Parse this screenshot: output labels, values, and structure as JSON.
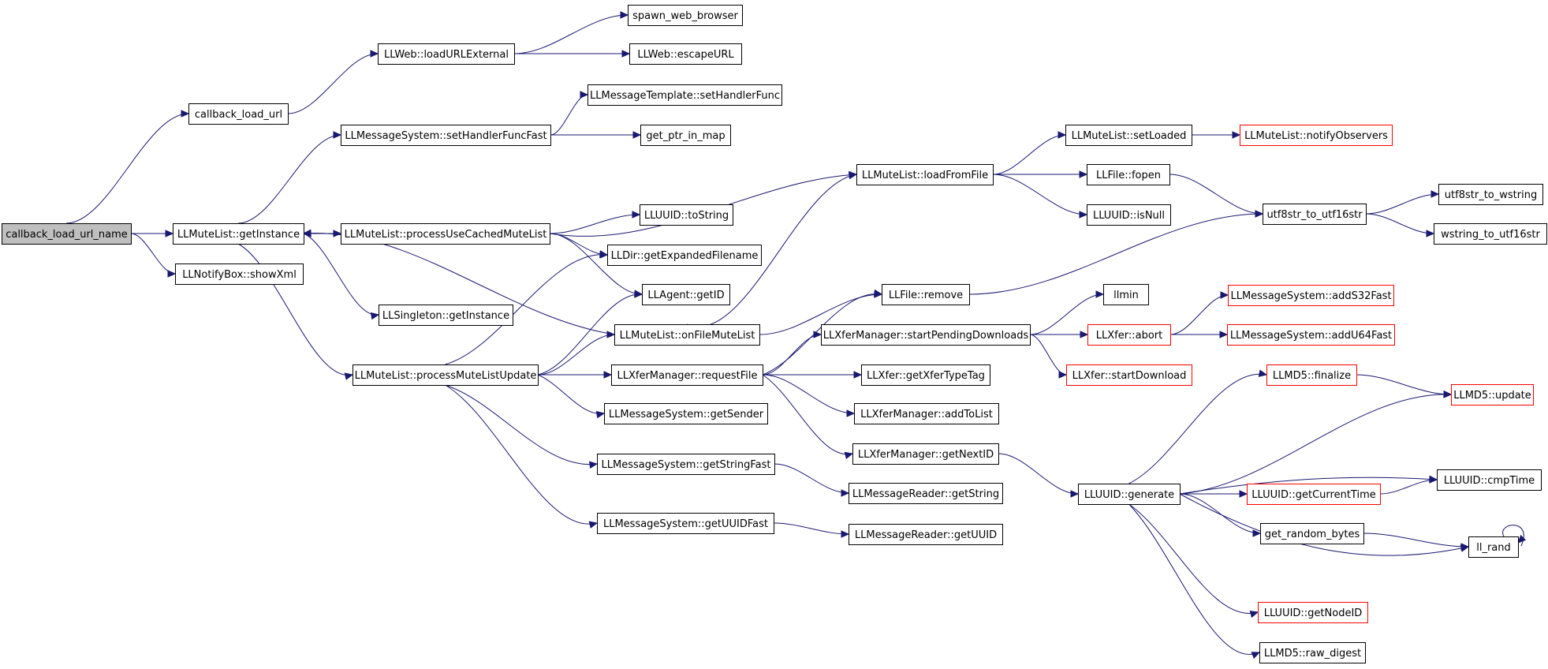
{
  "colors": {
    "edge": "#191970",
    "node_border": "#000000",
    "node_border_truncated": "#ff0000",
    "node_fill": "#ffffff",
    "root_fill": "#bfbfbf"
  },
  "nodes": [
    {
      "id": "callback_load_url_name",
      "label": "callback_load_url_name",
      "style": "root"
    },
    {
      "id": "callback_load_url",
      "label": "callback_load_url",
      "style": "normal"
    },
    {
      "id": "LLWeb_loadURLExternal",
      "label": "LLWeb::loadURLExternal",
      "style": "normal"
    },
    {
      "id": "spawn_web_browser",
      "label": "spawn_web_browser",
      "style": "normal"
    },
    {
      "id": "LLWeb_escapeURL",
      "label": "LLWeb::escapeURL",
      "style": "normal"
    },
    {
      "id": "LLMuteList_getInstance",
      "label": "LLMuteList::getInstance",
      "style": "normal"
    },
    {
      "id": "LLNotifyBox_showXml",
      "label": "LLNotifyBox::showXml",
      "style": "normal"
    },
    {
      "id": "LLMessageTemplate_setHandlerFunc",
      "label": "LLMessageTemplate::setHandlerFunc",
      "style": "normal"
    },
    {
      "id": "LLMessageSystem_setHandlerFuncFast",
      "label": "LLMessageSystem::setHandlerFuncFast",
      "style": "normal"
    },
    {
      "id": "get_ptr_in_map",
      "label": "get_ptr_in_map",
      "style": "normal"
    },
    {
      "id": "LLMuteList_processUseCachedMuteList",
      "label": "LLMuteList::processUseCachedMuteList",
      "style": "normal"
    },
    {
      "id": "LLSingleton_getInstance",
      "label": "LLSingleton::getInstance",
      "style": "normal"
    },
    {
      "id": "LLMuteList_processMuteListUpdate",
      "label": "LLMuteList::processMuteListUpdate",
      "style": "normal"
    },
    {
      "id": "LLUUID_toString",
      "label": "LLUUID::toString",
      "style": "normal"
    },
    {
      "id": "LLDir_getExpandedFilename",
      "label": "LLDir::getExpandedFilename",
      "style": "normal"
    },
    {
      "id": "LLAgent_getID",
      "label": "LLAgent::getID",
      "style": "normal"
    },
    {
      "id": "LLMuteList_onFileMuteList",
      "label": "LLMuteList::onFileMuteList",
      "style": "normal"
    },
    {
      "id": "LLXferManager_requestFile",
      "label": "LLXferManager::requestFile",
      "style": "normal"
    },
    {
      "id": "LLMessageSystem_getSender",
      "label": "LLMessageSystem::getSender",
      "style": "normal"
    },
    {
      "id": "LLMessageSystem_getStringFast",
      "label": "LLMessageSystem::getStringFast",
      "style": "normal"
    },
    {
      "id": "LLMessageSystem_getUUIDFast",
      "label": "LLMessageSystem::getUUIDFast",
      "style": "normal"
    },
    {
      "id": "LLMuteList_loadFromFile",
      "label": "LLMuteList::loadFromFile",
      "style": "normal"
    },
    {
      "id": "LLFile_remove",
      "label": "LLFile::remove",
      "style": "normal"
    },
    {
      "id": "LLXferManager_startPendingDownloads",
      "label": "LLXferManager::startPendingDownloads",
      "style": "normal"
    },
    {
      "id": "LLXfer_getXferTypeTag",
      "label": "LLXfer::getXferTypeTag",
      "style": "normal"
    },
    {
      "id": "LLXferManager_addToList",
      "label": "LLXferManager::addToList",
      "style": "normal"
    },
    {
      "id": "LLXferManager_getNextID",
      "label": "LLXferManager::getNextID",
      "style": "normal"
    },
    {
      "id": "LLMessageReader_getString",
      "label": "LLMessageReader::getString",
      "style": "normal"
    },
    {
      "id": "LLMessageReader_getUUID",
      "label": "LLMessageReader::getUUID",
      "style": "normal"
    },
    {
      "id": "LLMuteList_setLoaded",
      "label": "LLMuteList::setLoaded",
      "style": "normal"
    },
    {
      "id": "LLFile_fopen",
      "label": "LLFile::fopen",
      "style": "normal"
    },
    {
      "id": "LLUUID_isNull",
      "label": "LLUUID::isNull",
      "style": "normal"
    },
    {
      "id": "llmin",
      "label": "llmin",
      "style": "normal"
    },
    {
      "id": "LLXfer_abort",
      "label": "LLXfer::abort",
      "style": "truncated"
    },
    {
      "id": "LLXfer_startDownload",
      "label": "LLXfer::startDownload",
      "style": "truncated"
    },
    {
      "id": "LLUUID_generate",
      "label": "LLUUID::generate",
      "style": "normal"
    },
    {
      "id": "LLMuteList_notifyObservers",
      "label": "LLMuteList::notifyObservers",
      "style": "truncated"
    },
    {
      "id": "utf8str_to_utf16str",
      "label": "utf8str_to_utf16str",
      "style": "normal"
    },
    {
      "id": "LLMessageSystem_addS32Fast",
      "label": "LLMessageSystem::addS32Fast",
      "style": "truncated"
    },
    {
      "id": "LLMessageSystem_addU64Fast",
      "label": "LLMessageSystem::addU64Fast",
      "style": "truncated"
    },
    {
      "id": "LLMD5_finalize",
      "label": "LLMD5::finalize",
      "style": "truncated"
    },
    {
      "id": "LLUUID_getCurrentTime",
      "label": "LLUUID::getCurrentTime",
      "style": "truncated"
    },
    {
      "id": "get_random_bytes",
      "label": "get_random_bytes",
      "style": "normal"
    },
    {
      "id": "LLUUID_getNodeID",
      "label": "LLUUID::getNodeID",
      "style": "truncated"
    },
    {
      "id": "LLMD5_raw_digest",
      "label": "LLMD5::raw_digest",
      "style": "normal"
    },
    {
      "id": "utf8str_to_wstring",
      "label": "utf8str_to_wstring",
      "style": "normal"
    },
    {
      "id": "wstring_to_utf16str",
      "label": "wstring_to_utf16str",
      "style": "normal"
    },
    {
      "id": "LLMD5_update",
      "label": "LLMD5::update",
      "style": "truncated"
    },
    {
      "id": "LLUUID_cmpTime",
      "label": "LLUUID::cmpTime",
      "style": "normal"
    },
    {
      "id": "ll_rand",
      "label": "ll_rand",
      "style": "normal"
    }
  ],
  "edges": [
    [
      "callback_load_url_name",
      "callback_load_url"
    ],
    [
      "callback_load_url_name",
      "LLMuteList_getInstance"
    ],
    [
      "callback_load_url_name",
      "LLNotifyBox_showXml"
    ],
    [
      "callback_load_url",
      "LLWeb_loadURLExternal"
    ],
    [
      "LLWeb_loadURLExternal",
      "spawn_web_browser"
    ],
    [
      "LLWeb_loadURLExternal",
      "LLWeb_escapeURL"
    ],
    [
      "LLMuteList_getInstance",
      "LLMessageSystem_setHandlerFuncFast"
    ],
    [
      "LLMuteList_getInstance",
      "LLMuteList_processUseCachedMuteList"
    ],
    [
      "LLMuteList_getInstance",
      "LLSingleton_getInstance"
    ],
    [
      "LLMuteList_getInstance",
      "LLMuteList_processMuteListUpdate"
    ],
    [
      "LLMessageSystem_setHandlerFuncFast",
      "LLMessageTemplate_setHandlerFunc"
    ],
    [
      "LLMessageSystem_setHandlerFuncFast",
      "get_ptr_in_map"
    ],
    [
      "LLMuteList_processUseCachedMuteList",
      "LLMuteList_getInstance"
    ],
    [
      "LLMuteList_processUseCachedMuteList",
      "LLMuteList_loadFromFile"
    ],
    [
      "LLMuteList_processUseCachedMuteList",
      "LLUUID_toString"
    ],
    [
      "LLMuteList_processUseCachedMuteList",
      "LLDir_getExpandedFilename"
    ],
    [
      "LLMuteList_processUseCachedMuteList",
      "LLAgent_getID"
    ],
    [
      "LLMuteList_onFileMuteList",
      "LLMuteList_getInstance"
    ],
    [
      "LLMuteList_onFileMuteList",
      "LLMuteList_loadFromFile"
    ],
    [
      "LLMuteList_onFileMuteList",
      "LLFile_remove"
    ],
    [
      "LLMuteList_processMuteListUpdate",
      "LLDir_getExpandedFilename"
    ],
    [
      "LLMuteList_processMuteListUpdate",
      "LLAgent_getID"
    ],
    [
      "LLMuteList_processMuteListUpdate",
      "LLMuteList_onFileMuteList"
    ],
    [
      "LLMuteList_processMuteListUpdate",
      "LLXferManager_requestFile"
    ],
    [
      "LLMuteList_processMuteListUpdate",
      "LLMessageSystem_getSender"
    ],
    [
      "LLMuteList_processMuteListUpdate",
      "LLMessageSystem_getStringFast"
    ],
    [
      "LLMuteList_processMuteListUpdate",
      "LLMessageSystem_getUUIDFast"
    ],
    [
      "LLXferManager_requestFile",
      "LLFile_remove"
    ],
    [
      "LLXferManager_requestFile",
      "LLXferManager_startPendingDownloads"
    ],
    [
      "LLXferManager_requestFile",
      "LLXfer_getXferTypeTag"
    ],
    [
      "LLXferManager_requestFile",
      "LLXferManager_addToList"
    ],
    [
      "LLXferManager_requestFile",
      "LLXferManager_getNextID"
    ],
    [
      "LLMessageSystem_getStringFast",
      "LLMessageReader_getString"
    ],
    [
      "LLMessageSystem_getUUIDFast",
      "LLMessageReader_getUUID"
    ],
    [
      "LLMuteList_loadFromFile",
      "LLMuteList_setLoaded"
    ],
    [
      "LLMuteList_loadFromFile",
      "LLFile_fopen"
    ],
    [
      "LLMuteList_loadFromFile",
      "LLUUID_isNull"
    ],
    [
      "LLFile_remove",
      "utf8str_to_utf16str"
    ],
    [
      "LLXferManager_startPendingDownloads",
      "llmin"
    ],
    [
      "LLXferManager_startPendingDownloads",
      "LLXfer_abort"
    ],
    [
      "LLXferManager_startPendingDownloads",
      "LLXfer_startDownload"
    ],
    [
      "LLXferManager_getNextID",
      "LLUUID_generate"
    ],
    [
      "LLMuteList_setLoaded",
      "LLMuteList_notifyObservers"
    ],
    [
      "LLFile_fopen",
      "utf8str_to_utf16str"
    ],
    [
      "LLXfer_abort",
      "LLMessageSystem_addS32Fast"
    ],
    [
      "LLXfer_abort",
      "LLMessageSystem_addU64Fast"
    ],
    [
      "utf8str_to_utf16str",
      "utf8str_to_wstring"
    ],
    [
      "utf8str_to_utf16str",
      "wstring_to_utf16str"
    ],
    [
      "LLUUID_generate",
      "LLMD5_finalize"
    ],
    [
      "LLUUID_generate",
      "LLMD5_update"
    ],
    [
      "LLUUID_generate",
      "LLUUID_cmpTime"
    ],
    [
      "LLUUID_generate",
      "LLUUID_getCurrentTime"
    ],
    [
      "LLUUID_generate",
      "get_random_bytes"
    ],
    [
      "LLUUID_generate",
      "ll_rand"
    ],
    [
      "LLUUID_generate",
      "LLUUID_getNodeID"
    ],
    [
      "LLUUID_generate",
      "LLMD5_raw_digest"
    ],
    [
      "LLMD5_finalize",
      "LLMD5_update"
    ],
    [
      "LLUUID_getCurrentTime",
      "LLUUID_cmpTime"
    ],
    [
      "get_random_bytes",
      "ll_rand"
    ],
    [
      "ll_rand",
      "ll_rand"
    ]
  ]
}
